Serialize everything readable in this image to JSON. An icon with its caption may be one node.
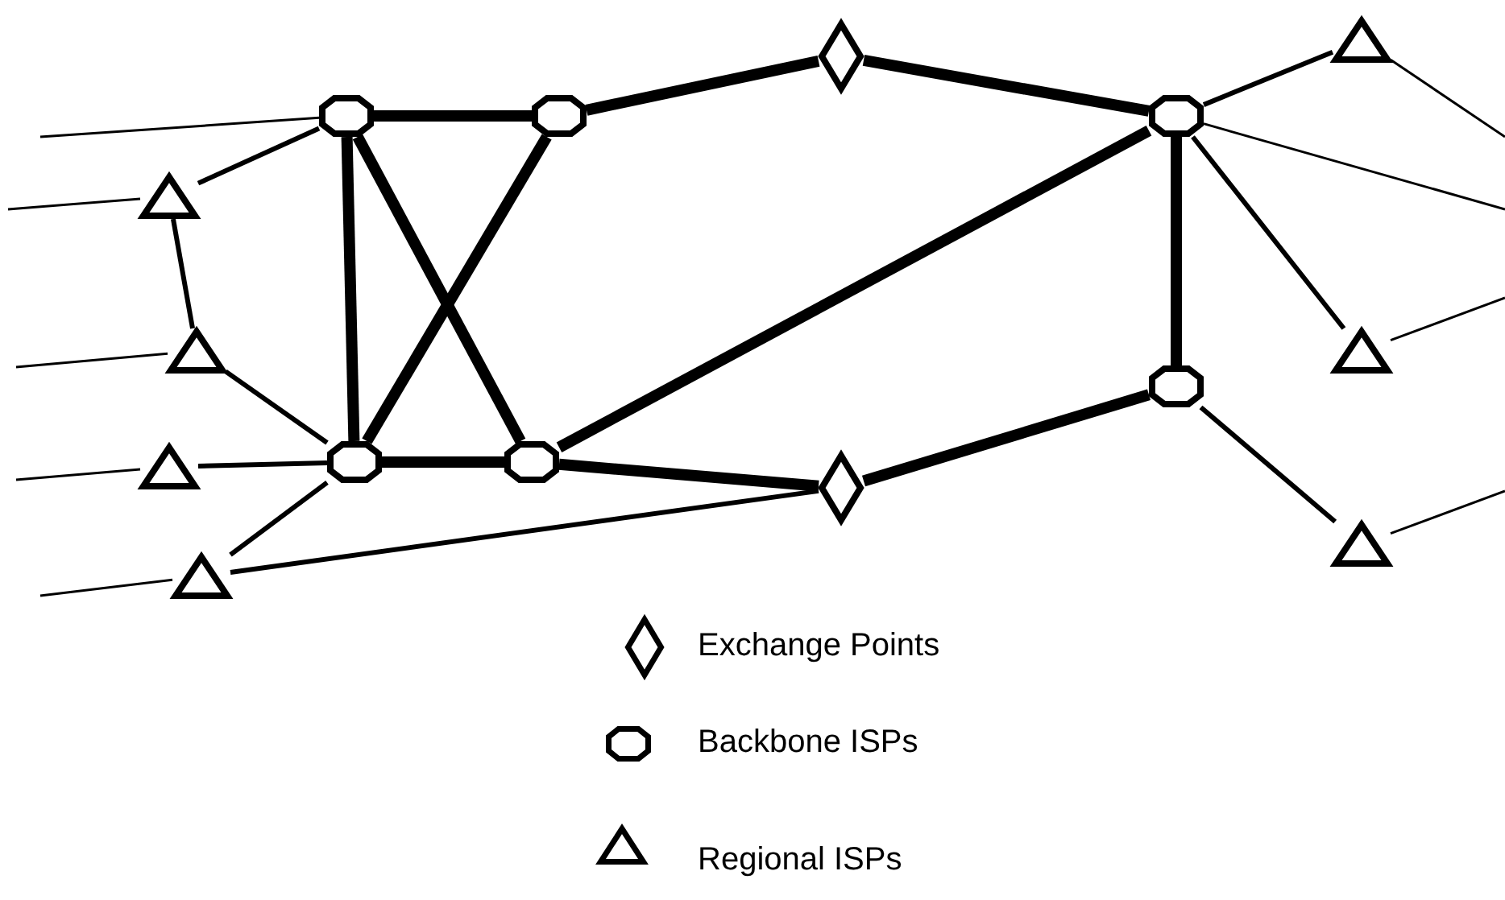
{
  "diagram": {
    "nodes": [
      {
        "text": [],
        "shape": "diamond"
      },
      {
        "text": [],
        "shape": "triangle"
      },
      {
        "text": [],
        "shape": "octagon"
      },
      {
        "text": [],
        "shape": "octagon"
      },
      {
        "text": [],
        "shape": "octagon"
      },
      {
        "text": [],
        "shape": "triangle"
      },
      {
        "text": [],
        "shape": "triangle"
      },
      {
        "text": [],
        "shape": "triangle"
      },
      {
        "text": [],
        "shape": "octagon"
      },
      {
        "text": [],
        "shape": "octagon"
      },
      {
        "text": [],
        "shape": "octagon"
      },
      {
        "text": [],
        "shape": "triangle"
      },
      {
        "text": [],
        "shape": "diamond"
      },
      {
        "text": [],
        "shape": "triangle"
      },
      {
        "text": [],
        "shape": "triangle"
      }
    ],
    "edges": [
      {
        "from": null,
        "to": 2,
        "arrow": "none"
      },
      {
        "from": null,
        "to": 5,
        "arrow": "none"
      },
      {
        "from": null,
        "to": 6,
        "arrow": "none"
      },
      {
        "from": null,
        "to": 11,
        "arrow": "none"
      },
      {
        "from": null,
        "to": 14,
        "arrow": "none"
      },
      {
        "from": 5,
        "to": 2,
        "arrow": "none"
      },
      {
        "from": 5,
        "to": 6,
        "arrow": "none"
      },
      {
        "from": 6,
        "to": 9,
        "arrow": "none"
      },
      {
        "from": 11,
        "to": 9,
        "arrow": "none"
      },
      {
        "from": 14,
        "to": 9,
        "arrow": "none"
      },
      {
        "from": 14,
        "to": 12,
        "arrow": "none"
      },
      {
        "from": 2,
        "to": 3,
        "arrow": "none",
        "style": "thick"
      },
      {
        "from": 2,
        "to": 9,
        "arrow": "none",
        "style": "thick"
      },
      {
        "from": 2,
        "to": 10,
        "arrow": "none",
        "style": "thick"
      },
      {
        "from": 3,
        "to": 9,
        "arrow": "none",
        "style": "thick"
      },
      {
        "from": 9,
        "to": 10,
        "arrow": "none",
        "style": "thick"
      },
      {
        "from": 3,
        "to": 0,
        "arrow": "none",
        "style": "thick"
      },
      {
        "from": 0,
        "to": 4,
        "arrow": "none",
        "style": "thick"
      },
      {
        "from": 10,
        "to": 4,
        "arrow": "none",
        "style": "thick"
      },
      {
        "from": 10,
        "to": 12,
        "arrow": "none",
        "style": "thick"
      },
      {
        "from": 12,
        "to": 8,
        "arrow": "none",
        "style": "thick"
      },
      {
        "from": 4,
        "to": 8,
        "arrow": "none",
        "style": "thick"
      },
      {
        "from": 4,
        "to": 1,
        "arrow": "none"
      },
      {
        "from": 4,
        "to": 7,
        "arrow": "none"
      },
      {
        "from": 8,
        "to": 13,
        "arrow": "none"
      },
      {
        "from": 1,
        "to": null,
        "arrow": "none"
      },
      {
        "from": 4,
        "to": null,
        "arrow": "none"
      },
      {
        "from": 7,
        "to": null,
        "arrow": "none"
      },
      {
        "from": 13,
        "to": null,
        "arrow": "none"
      }
    ],
    "legend": [
      {
        "text": "Exchange Points"
      },
      {
        "text": "Backbone ISPs"
      },
      {
        "text": "Regional ISPs"
      }
    ]
  }
}
